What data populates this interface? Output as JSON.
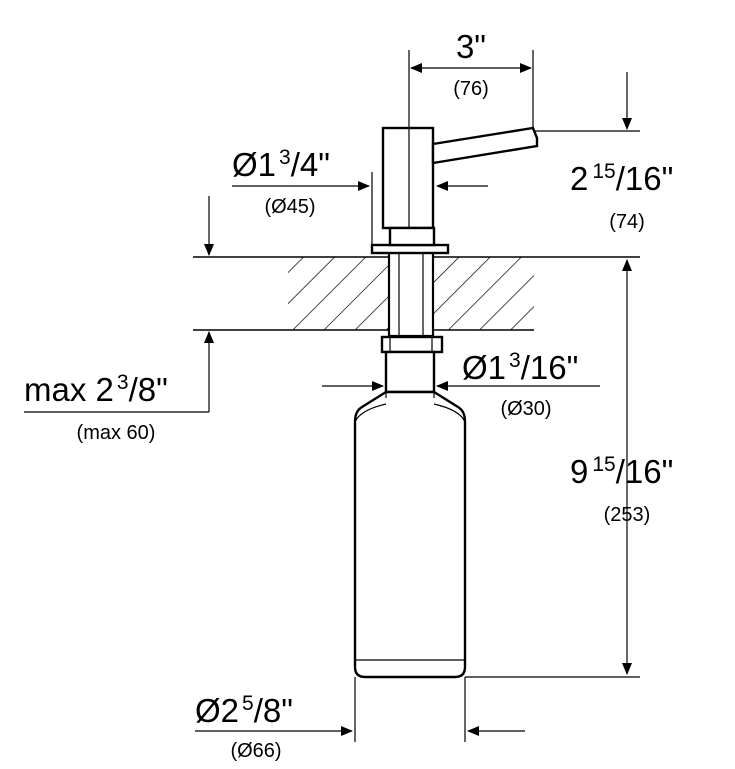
{
  "dims": {
    "width": {
      "main": "3\"",
      "metric": "(76)"
    },
    "pump_diameter": {
      "main": "Ø1",
      "num": "3",
      "den": "/4\"",
      "metric": "(Ø45)"
    },
    "pump_height": {
      "main": "2",
      "num": "15",
      "den": "/16\"",
      "metric": "(74)"
    },
    "shank_diameter": {
      "main": "Ø1",
      "num": "3",
      "den": "/16\"",
      "metric": "(Ø30)"
    },
    "max_thickness": {
      "main": "max 2",
      "num": "3",
      "den": "/8\"",
      "metric": "(max 60)"
    },
    "below_height": {
      "main": "9",
      "num": "15",
      "den": "/16\"",
      "metric": "(253)"
    },
    "bottle_diameter": {
      "main": "Ø2",
      "num": "5",
      "den": "/8\"",
      "metric": "(Ø66)"
    }
  },
  "colors": {
    "line": "#000000",
    "background": "#ffffff"
  }
}
